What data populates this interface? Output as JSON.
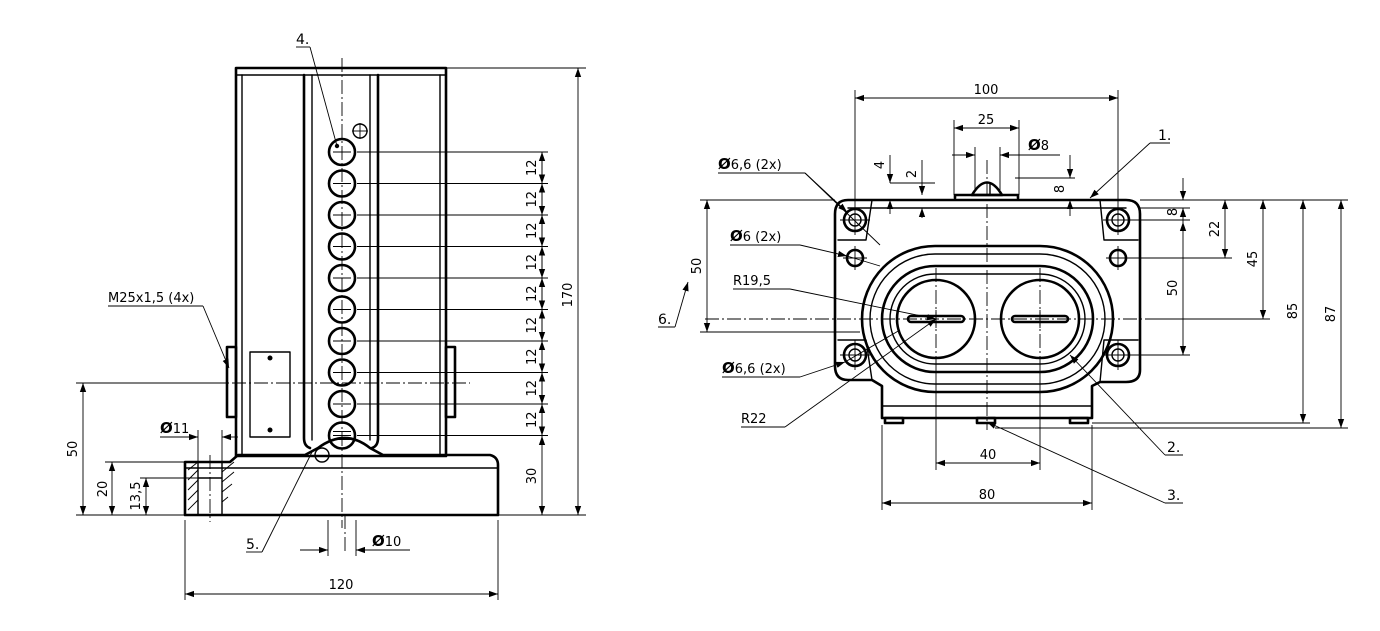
{
  "left_view": {
    "dims": {
      "h170": "170",
      "w120": "120",
      "h50": "50",
      "h20": "20",
      "h13_5": "13,5",
      "h30": "30",
      "d11": "11",
      "d10": "10",
      "pitch": "12",
      "thread": "M25x1,5 (4x)"
    },
    "leaders": {
      "four": "4.",
      "five": "5."
    }
  },
  "right_view": {
    "dims": {
      "w100": "100",
      "w25": "25",
      "d8": "8",
      "v4": "4",
      "v2": "2",
      "v8a": "8",
      "v8b": "8",
      "v22": "22",
      "v45": "45",
      "v50r": "50",
      "v85": "85",
      "v87": "87",
      "v50l": "50",
      "w40": "40",
      "w80": "80",
      "d6_6a": "6,6 (2x)",
      "d6": "6 (2x)",
      "d6_6b": "6,6 (2x)",
      "r19_5": "R19,5",
      "r22": "R22"
    },
    "leaders": {
      "one": "1.",
      "two": "2.",
      "three": "3.",
      "six": "6."
    }
  },
  "diameter_symbol": "Ø"
}
